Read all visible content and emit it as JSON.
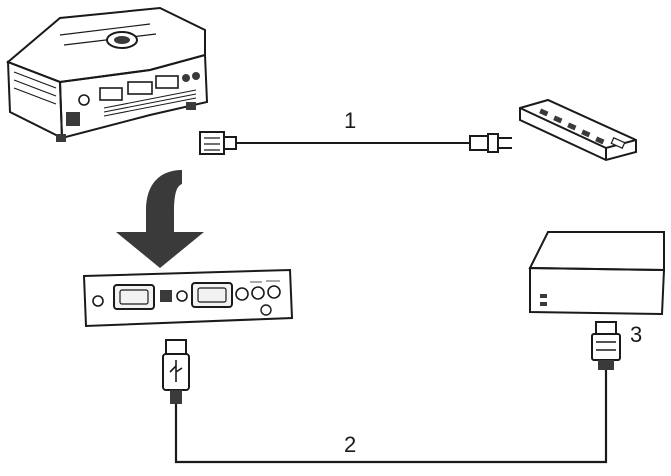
{
  "callouts": {
    "power_cable": "1",
    "usb_cable": "2",
    "usb_connector": "3"
  },
  "colors": {
    "ink": "#1a1a1a",
    "panel_fill": "#f2f2f2",
    "dark_fill": "#3a3a3a"
  },
  "icons": [
    "projector-icon",
    "power-strip-icon",
    "computer-icon",
    "down-arrow-icon",
    "usb-plug-icon"
  ]
}
